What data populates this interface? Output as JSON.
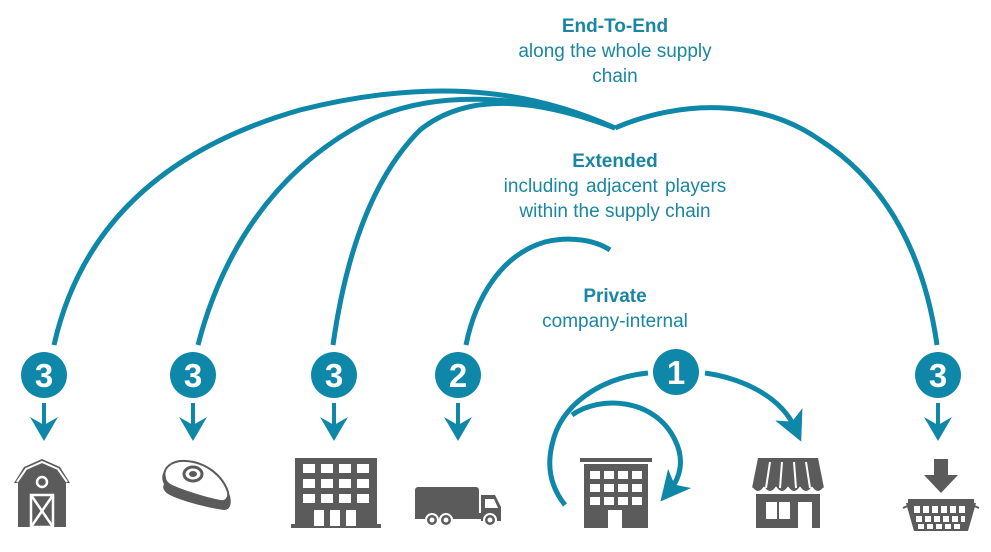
{
  "colors": {
    "accent": "#0f87a8",
    "label_text": "#1a86a3",
    "icon_gray": "#5b5b5b",
    "badge_text": "#ffffff"
  },
  "labels": {
    "end_to_end": {
      "title": "End-To-End",
      "subtitle_lines": [
        "along the whole supply",
        "chain"
      ]
    },
    "extended": {
      "title": "Extended",
      "subtitle_lines": [
        "including  adjacent players",
        "within the supply chain"
      ]
    },
    "private": {
      "title": "Private",
      "subtitle_lines": [
        "company-internal"
      ]
    }
  },
  "nodes": [
    {
      "id": "farm",
      "icon": "barn-icon",
      "badge": "3",
      "level": "end_to_end"
    },
    {
      "id": "meat-processing",
      "icon": "meat-cut-icon",
      "badge": "3",
      "level": "end_to_end"
    },
    {
      "id": "manufacturer",
      "icon": "office-building-icon",
      "badge": "3",
      "level": "end_to_end"
    },
    {
      "id": "logistics",
      "icon": "truck-icon",
      "badge": "2",
      "level": "extended"
    },
    {
      "id": "company",
      "icon": "company-building-icon",
      "badge": "1",
      "level": "private"
    },
    {
      "id": "store",
      "icon": "storefront-icon",
      "badge": "",
      "level": "private"
    },
    {
      "id": "consumer",
      "icon": "shopping-basket-icon",
      "badge": "3",
      "level": "end_to_end"
    }
  ]
}
